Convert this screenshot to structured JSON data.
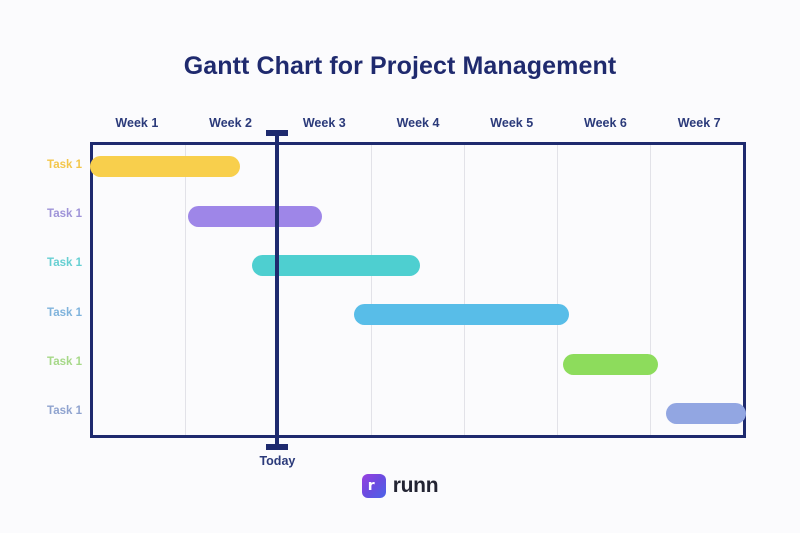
{
  "chart_data": {
    "type": "bar",
    "title": "Gantt Chart for Project Management",
    "subtype": "gantt",
    "xlabel": "",
    "ylabel": "",
    "grid": true,
    "legend": "none",
    "x_axis_unit": "week",
    "x_axis_ticks": [
      "Week 1",
      "Week 2",
      "Week 3",
      "Week 4",
      "Week 5",
      "Week 6",
      "Week 7"
    ],
    "xlim": [
      0,
      7
    ],
    "marker": {
      "label": "Today",
      "week_position": 2.0,
      "color": "#1e2a6e"
    },
    "categories": [
      "Task 1",
      "Task 1",
      "Task 1",
      "Task 1",
      "Task 1",
      "Task 1"
    ],
    "tasks": [
      {
        "label": "Task 1",
        "start_week": 0.0,
        "end_week": 1.6,
        "color": "#f8cf4c",
        "label_color": "#f3c64a"
      },
      {
        "label": "Task 1",
        "start_week": 1.05,
        "end_week": 2.48,
        "color": "#9e86e8",
        "label_color": "#9e93d8"
      },
      {
        "label": "Task 1",
        "start_week": 1.73,
        "end_week": 3.52,
        "color": "#4ecfd0",
        "label_color": "#66cfd2"
      },
      {
        "label": "Task 1",
        "start_week": 2.82,
        "end_week": 5.11,
        "color": "#58bde8",
        "label_color": "#7fb3dc"
      },
      {
        "label": "Task 1",
        "start_week": 5.05,
        "end_week": 6.06,
        "color": "#8ddc5c",
        "label_color": "#a6d888"
      },
      {
        "label": "Task 1",
        "start_week": 6.15,
        "end_week": 7.0,
        "color": "#92a6e2",
        "label_color": "#8fa3cf"
      }
    ]
  },
  "header": {
    "title": "Gantt Chart for Project Management"
  },
  "weeks": [
    {
      "label": "Week 1"
    },
    {
      "label": "Week 2"
    },
    {
      "label": "Week 3"
    },
    {
      "label": "Week 4"
    },
    {
      "label": "Week 5"
    },
    {
      "label": "Week 6"
    },
    {
      "label": "Week 7"
    }
  ],
  "today": {
    "label": "Today"
  },
  "footer": {
    "logo_word": "runn",
    "logo_glyph": "r"
  },
  "colors": {
    "frame": "#1e2a6e",
    "title": "#1f2a6e",
    "gridline": "#e2e2e8",
    "background": "#fbfbfd"
  }
}
